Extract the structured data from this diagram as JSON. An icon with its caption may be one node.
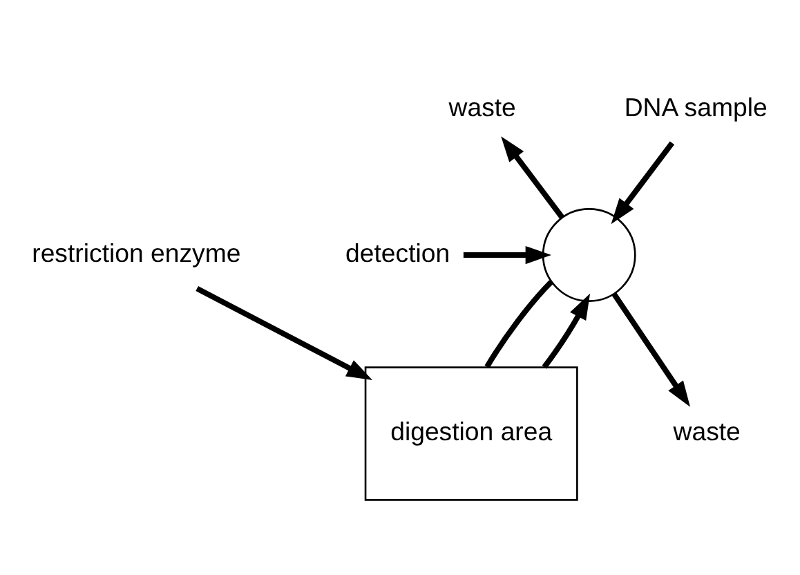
{
  "diagram": {
    "nodes": [
      {
        "text": [
          "waste"
        ]
      },
      {
        "text": [
          "DNA sample"
        ]
      },
      {
        "text": [],
        "shape": "circle"
      },
      {
        "text": [
          "detection"
        ]
      },
      {
        "text": [
          "digestion area"
        ]
      },
      {
        "text": [
          "waste"
        ]
      },
      {
        "text": [
          "restriction enzyme"
        ]
      }
    ],
    "edges": [
      {
        "from": 1,
        "to": 2,
        "arrow": "to"
      },
      {
        "from": 2,
        "to": 4,
        "arrow": "none"
      },
      {
        "from": 2,
        "to": 5,
        "arrow": "to"
      },
      {
        "from": 6,
        "to": 4,
        "arrow": "to"
      },
      {
        "from": 4,
        "to": 2,
        "arrow": "to"
      },
      {
        "from": 2,
        "to": 0,
        "arrow": "to"
      },
      {
        "from": 3,
        "to": 2,
        "arrow": "to"
      }
    ]
  }
}
